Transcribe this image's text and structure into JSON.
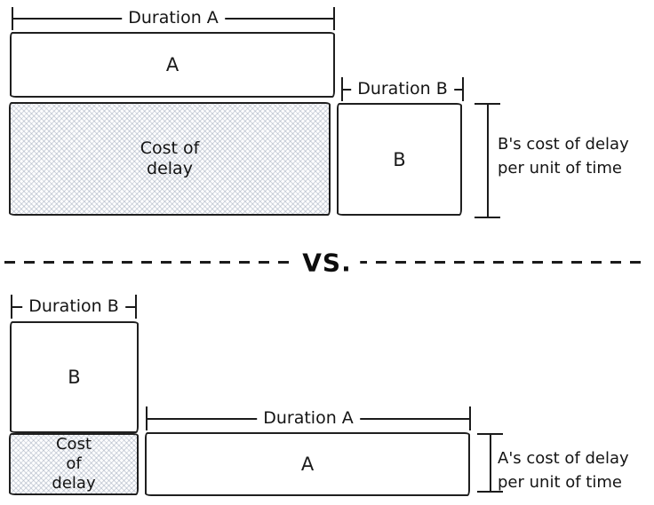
{
  "colors": {
    "stroke": "#1b1b1b",
    "hatch_line": "#94a0b2",
    "paper": "#ffffff"
  },
  "top_panel": {
    "duration_a_label": "Duration A",
    "task_a_label": "A",
    "cost_of_delay_label": "Cost of delay",
    "duration_b_label": "Duration B",
    "task_b_label": "B",
    "side_label_lines": [
      "B's cost of delay",
      "per unit of time"
    ]
  },
  "divider": {
    "vs_label": "VS."
  },
  "bottom_panel": {
    "duration_b_label": "Duration B",
    "task_b_label": "B",
    "cost_of_delay_label": "Cost of delay",
    "duration_a_label": "Duration A",
    "task_a_label": "A",
    "side_label_lines": [
      "A's cost of delay",
      "per unit of time"
    ]
  }
}
